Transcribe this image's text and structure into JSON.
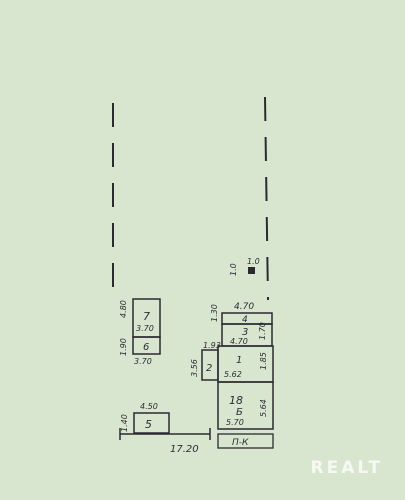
{
  "buildings": {
    "b7": {
      "number": "7",
      "width": "3.70",
      "depth": "4.80"
    },
    "b6": {
      "number": "6",
      "width": "3.70",
      "depth": "1.90"
    },
    "b5": {
      "number": "5",
      "width": "4.50",
      "depth": "1.40"
    },
    "house": {
      "room4": {
        "number": "4",
        "width": "4.70",
        "depth": "1.30"
      },
      "room3": {
        "number": "3",
        "width": "4.70",
        "depth": "1.70"
      },
      "room1": {
        "number": "1",
        "width": "5.62",
        "depth": "1.85"
      },
      "room2": {
        "number": "2",
        "width": "1.93",
        "depth": "3.56"
      },
      "main": {
        "number": "18",
        "letter": "Б",
        "width": "5.70",
        "depth": "5.64"
      }
    }
  },
  "well": {
    "size": "1.0"
  },
  "frontage": "17.20",
  "street_label": "П-К",
  "watermark": "REALT"
}
